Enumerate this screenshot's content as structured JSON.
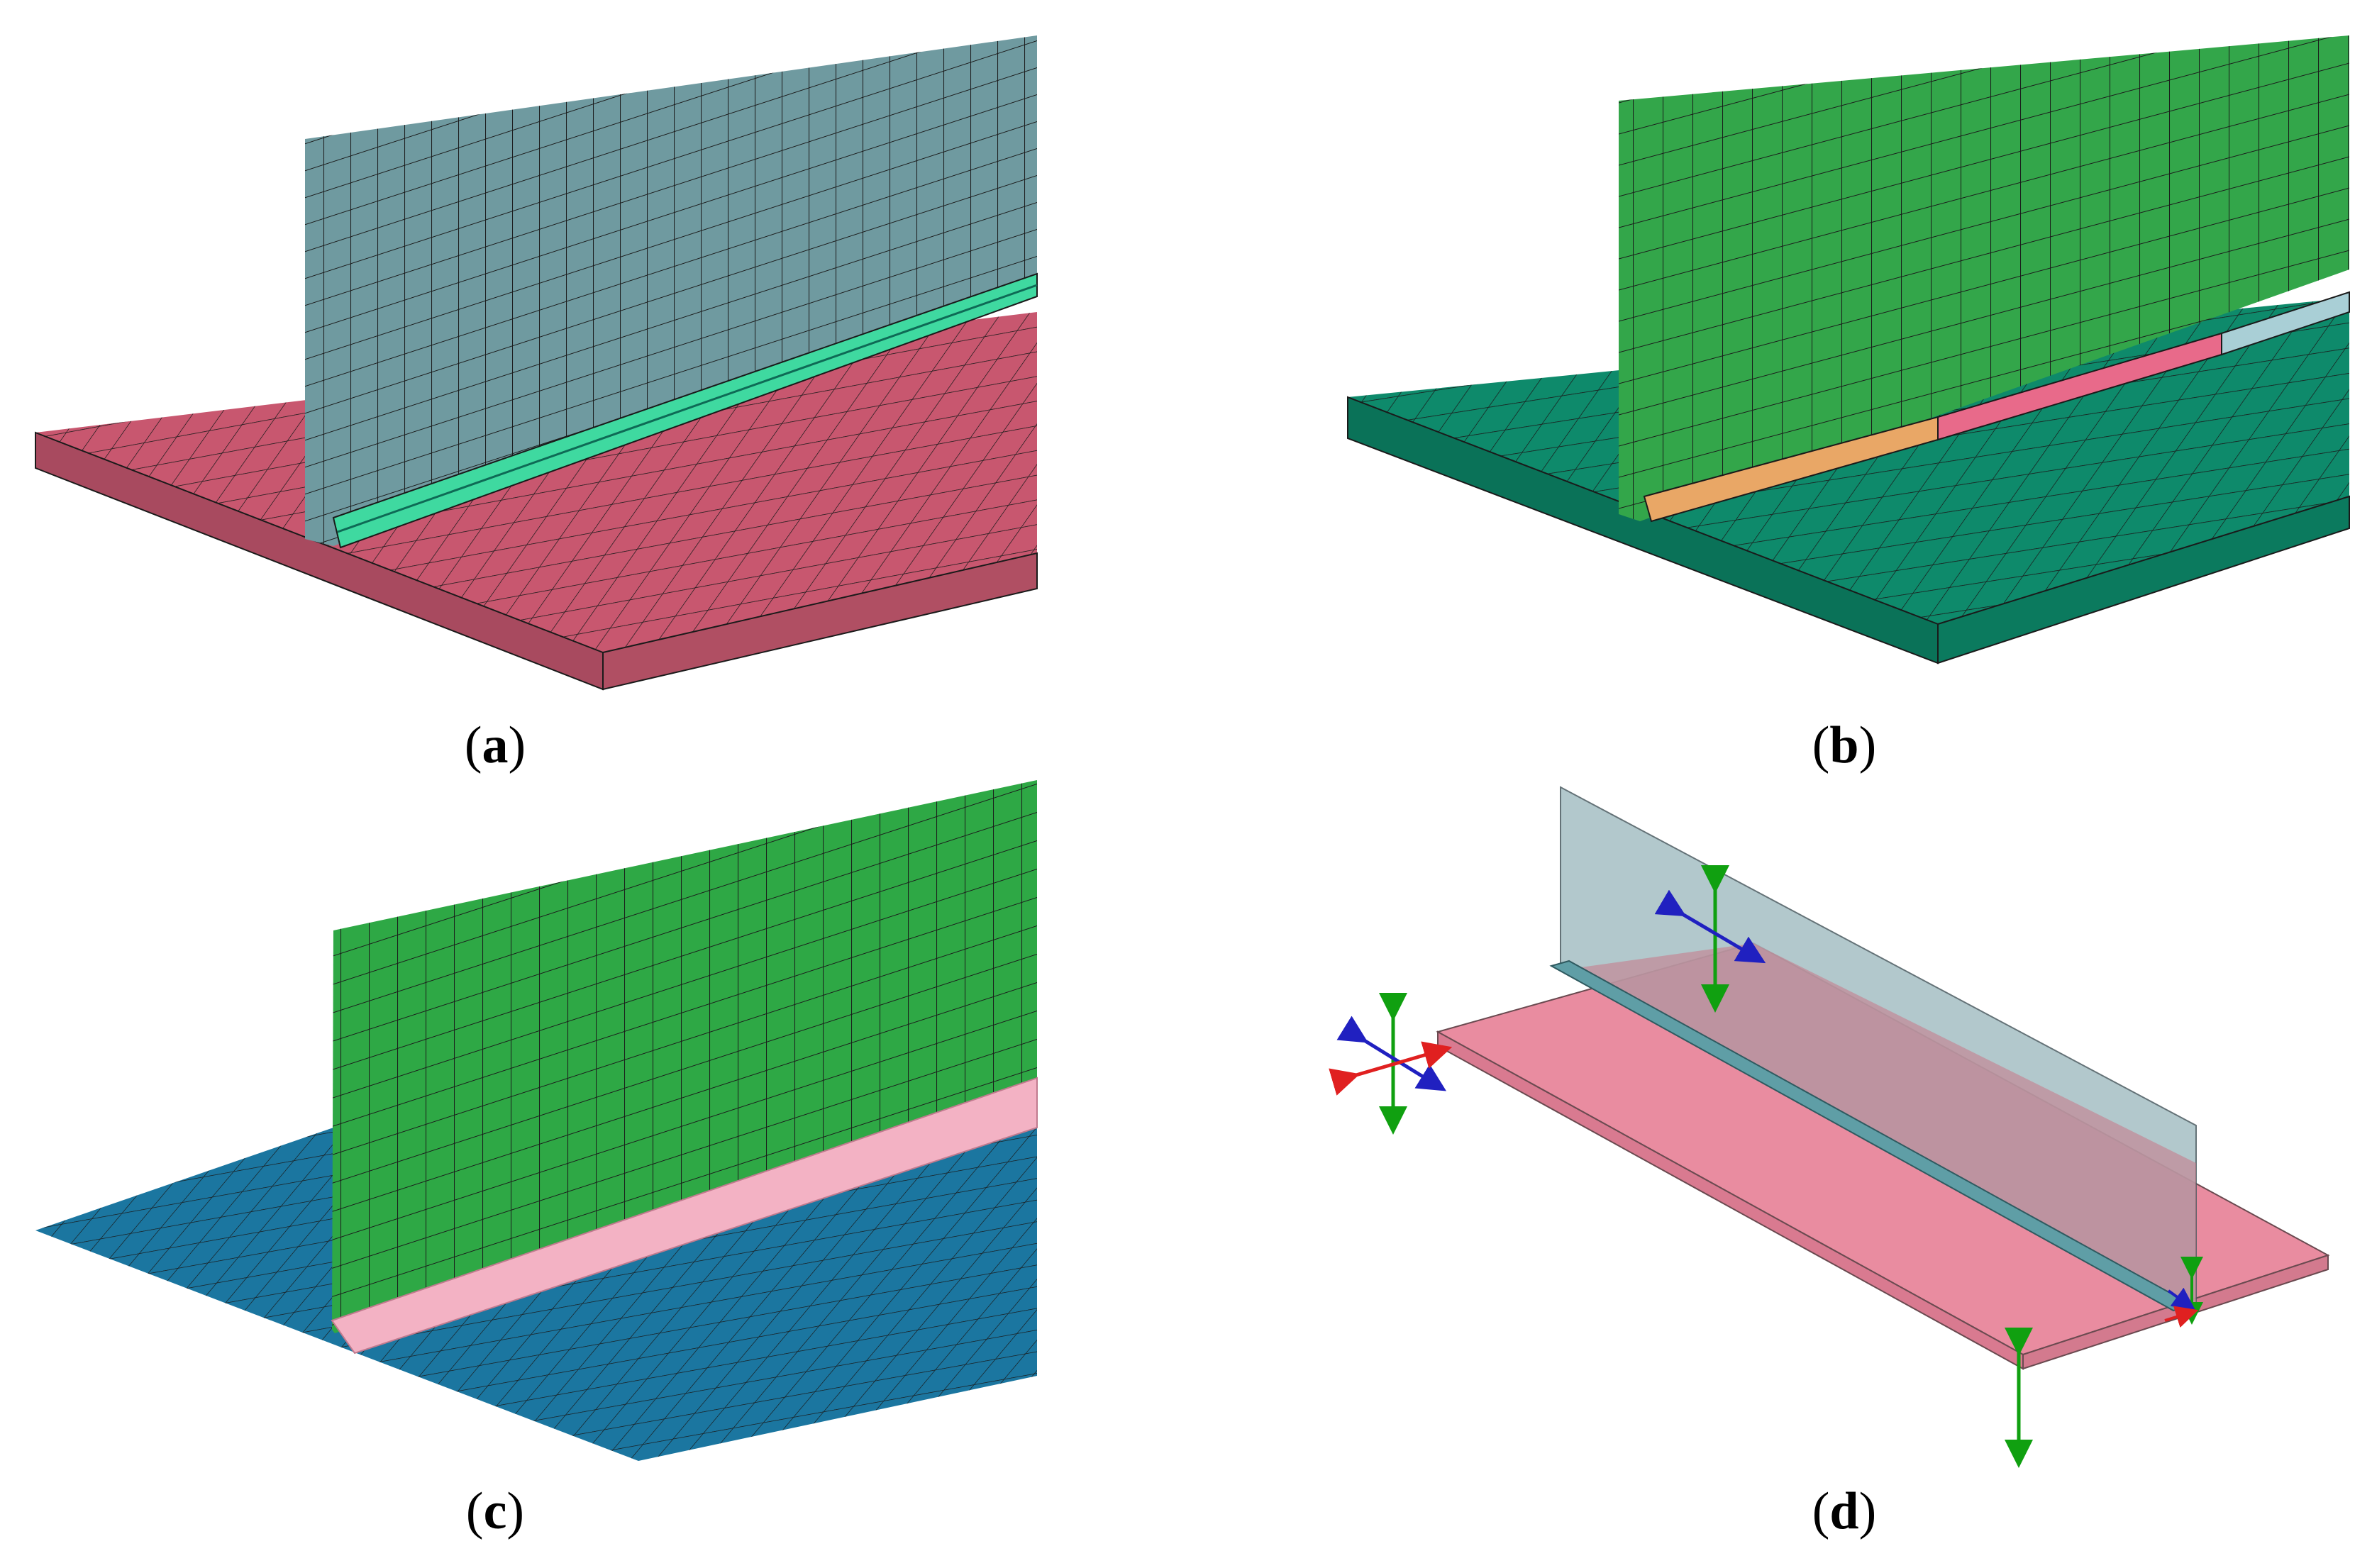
{
  "panels": [
    {
      "id": "a",
      "open": "(",
      "letter": "a",
      "close": ")"
    },
    {
      "id": "b",
      "open": "(",
      "letter": "b",
      "close": ")"
    },
    {
      "id": "c",
      "open": "(",
      "letter": "c",
      "close": ")"
    },
    {
      "id": "d",
      "open": "(",
      "letter": "d",
      "close": ")"
    }
  ],
  "colors": {
    "a_plate": "#c8576f",
    "a_web": "#6f9aa0",
    "a_weld": "#3fd9a0",
    "b_plate": "#0e8a6b",
    "b_web": "#33a64a",
    "b_weld_1": "#e9a766",
    "b_weld_2": "#e86a8a",
    "b_weld_3": "#a9cfd6",
    "c_plate": "#1b76a0",
    "c_web": "#2ea845",
    "c_weld": "#f3b2c4",
    "d_plate": "#e98ca0",
    "d_web": "#a5bfc4",
    "d_weld": "#5f9ea6",
    "axis_x": "#e02020",
    "axis_y": "#10a010",
    "axis_z": "#2020c0",
    "mesh_line": "#1a1a1a"
  }
}
